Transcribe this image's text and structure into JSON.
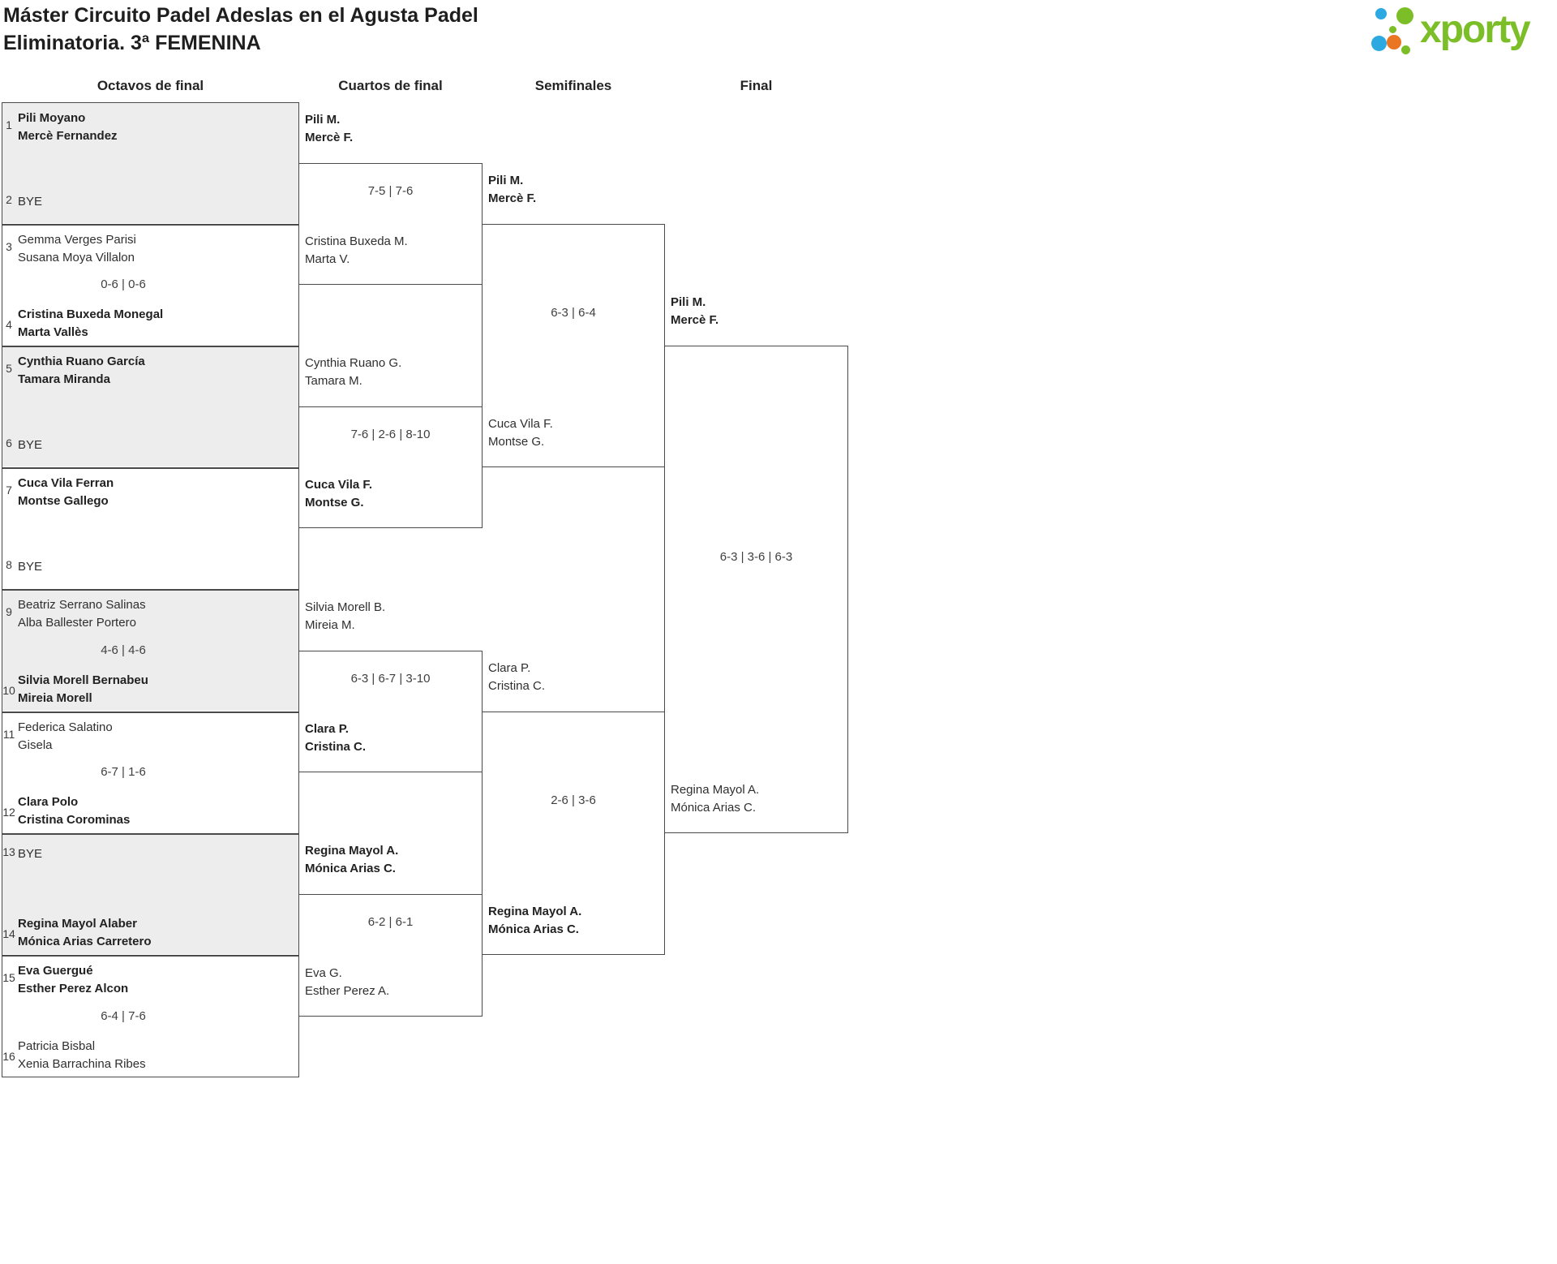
{
  "header": {
    "title_line1": "Máster Circuito Padel Adeslas en el Agusta Padel",
    "title_line2": "Eliminatoria. 3ª FEMENINA"
  },
  "logo": {
    "text": "xporty"
  },
  "colors": {
    "brand_green": "#7cbe28",
    "brand_blue": "#2ba9e0",
    "brand_orange": "#ea7623",
    "box_fill": "#ededed",
    "line": "#4a4a4a"
  },
  "rounds": [
    {
      "label": "Octavos de final"
    },
    {
      "label": "Cuartos de final"
    },
    {
      "label": "Semifinales"
    },
    {
      "label": "Final"
    }
  ],
  "bracket": {
    "octavos": [
      {
        "team1": {
          "seed": "1",
          "lines": [
            "Pili Moyano",
            "Mercè Fernandez"
          ],
          "winner": true
        },
        "team2": {
          "seed": "2",
          "lines": [
            "BYE"
          ],
          "winner": false
        },
        "score": ""
      },
      {
        "team1": {
          "seed": "3",
          "lines": [
            "Gemma Verges Parisi",
            "Susana Moya Villalon"
          ],
          "winner": false
        },
        "team2": {
          "seed": "4",
          "lines": [
            "Cristina Buxeda Monegal",
            "Marta Vallès"
          ],
          "winner": true
        },
        "score": "0-6 | 0-6"
      },
      {
        "team1": {
          "seed": "5",
          "lines": [
            "Cynthia Ruano García",
            "Tamara Miranda"
          ],
          "winner": true
        },
        "team2": {
          "seed": "6",
          "lines": [
            "BYE"
          ],
          "winner": false
        },
        "score": ""
      },
      {
        "team1": {
          "seed": "7",
          "lines": [
            "Cuca Vila Ferran",
            "Montse Gallego"
          ],
          "winner": true
        },
        "team2": {
          "seed": "8",
          "lines": [
            "BYE"
          ],
          "winner": false
        },
        "score": ""
      },
      {
        "team1": {
          "seed": "9",
          "lines": [
            "Beatriz Serrano Salinas",
            "Alba Ballester Portero"
          ],
          "winner": false
        },
        "team2": {
          "seed": "10",
          "lines": [
            "Silvia Morell Bernabeu",
            "Mireia Morell"
          ],
          "winner": true
        },
        "score": "4-6 | 4-6"
      },
      {
        "team1": {
          "seed": "11",
          "lines": [
            "Federica Salatino",
            "Gisela"
          ],
          "winner": false
        },
        "team2": {
          "seed": "12",
          "lines": [
            "Clara Polo",
            "Cristina Corominas"
          ],
          "winner": true
        },
        "score": "6-7 | 1-6"
      },
      {
        "team1": {
          "seed": "13",
          "lines": [
            "BYE"
          ],
          "winner": false
        },
        "team2": {
          "seed": "14",
          "lines": [
            "Regina Mayol Alaber",
            "Mónica Arias Carretero"
          ],
          "winner": true
        },
        "score": ""
      },
      {
        "team1": {
          "seed": "15",
          "lines": [
            "Eva Guergué",
            "Esther Perez Alcon"
          ],
          "winner": true
        },
        "team2": {
          "seed": "16",
          "lines": [
            "Patricia Bisbal",
            "Xenia Barrachina Ribes"
          ],
          "winner": false
        },
        "score": "6-4 | 7-6"
      }
    ],
    "cuartos": [
      {
        "team1": {
          "lines": [
            "Pili M.",
            "Mercè F."
          ],
          "winner": true
        },
        "team2": {
          "lines": [
            "Cristina Buxeda M.",
            "Marta V."
          ],
          "winner": false
        },
        "score": "7-5 | 7-6"
      },
      {
        "team1": {
          "lines": [
            "Cynthia Ruano G.",
            "Tamara M."
          ],
          "winner": false
        },
        "team2": {
          "lines": [
            "Cuca Vila F.",
            "Montse G."
          ],
          "winner": true
        },
        "score": "7-6 | 2-6 | 8-10"
      },
      {
        "team1": {
          "lines": [
            "Silvia Morell B.",
            "Mireia M."
          ],
          "winner": false
        },
        "team2": {
          "lines": [
            "Clara P.",
            "Cristina C."
          ],
          "winner": true
        },
        "score": "6-3 | 6-7 | 3-10"
      },
      {
        "team1": {
          "lines": [
            "Regina Mayol A.",
            "Mónica Arias C."
          ],
          "winner": true
        },
        "team2": {
          "lines": [
            "Eva G.",
            "Esther Perez A."
          ],
          "winner": false
        },
        "score": "6-2 | 6-1"
      }
    ],
    "semifinales": [
      {
        "team1": {
          "lines": [
            "Pili M.",
            "Mercè F."
          ],
          "winner": true
        },
        "team2": {
          "lines": [
            "Cuca Vila F.",
            "Montse G."
          ],
          "winner": false
        },
        "score": "6-3 | 6-4"
      },
      {
        "team1": {
          "lines": [
            "Clara P.",
            "Cristina C."
          ],
          "winner": false
        },
        "team2": {
          "lines": [
            "Regina Mayol A.",
            "Mónica Arias C."
          ],
          "winner": true
        },
        "score": "2-6 | 3-6"
      }
    ],
    "final": [
      {
        "team1": {
          "lines": [
            "Pili M.",
            "Mercè F."
          ],
          "winner": true
        },
        "team2": {
          "lines": [
            "Regina Mayol A.",
            "Mónica Arias C."
          ],
          "winner": false
        },
        "score": "6-3 | 3-6 | 6-3"
      }
    ]
  }
}
